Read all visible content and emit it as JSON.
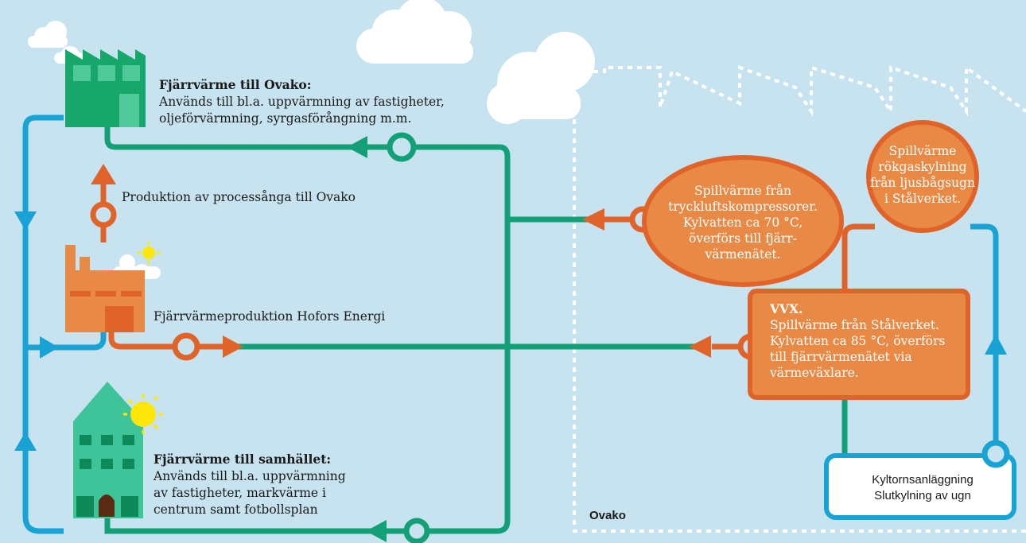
{
  "colors": {
    "background": "#c6e3ef",
    "blue_pipe": "#19a3d4",
    "green_pipe": "#13a077",
    "orange_pipe": "#e0642a",
    "orange_bubble": "#e88a45",
    "factory_green": "#17a76b",
    "house_teal": "#3fc49a",
    "sun_yellow": "#ffe60a"
  },
  "labels": {
    "ovako_heat_title": "Fjärrvärme till Ovako:",
    "ovako_heat_body": "Används till bl.a. uppvärmning av fastigheter,\noljeförvärmning, syrgasförångning m.m.",
    "process_steam": "Produktion av processånga till Ovako",
    "hofors_production": "Fjärrvärmeproduktion Hofors Energi",
    "community_title": "Fjärrvärme till samhället:",
    "community_body": "Används till bl.a. uppvärmning\nav fastigheter, markvärme i\ncentrum samt fotbollsplan",
    "compressor_bubble": "Spillvärme från\ntryckluftskompressorer.\nKylvatten ca 70 °C,\növerförs till fjärr-\nvärmenätet.",
    "flue_gas_bubble": "Spillvärme\nrökgaskylning\nfrån ljusbågsugn\ni Stålverket.",
    "vvx_title": "VVX.",
    "vvx_body": "Spillvärme från Stålverket.\nKylvatten ca 85 °C, överförs\ntill fjärrvärmenätet via\nvärmeväxlare.",
    "cooling_tower": "Kyltornsanläggning\nSlutkylning av ugn",
    "ovako_area": "Ovako"
  }
}
